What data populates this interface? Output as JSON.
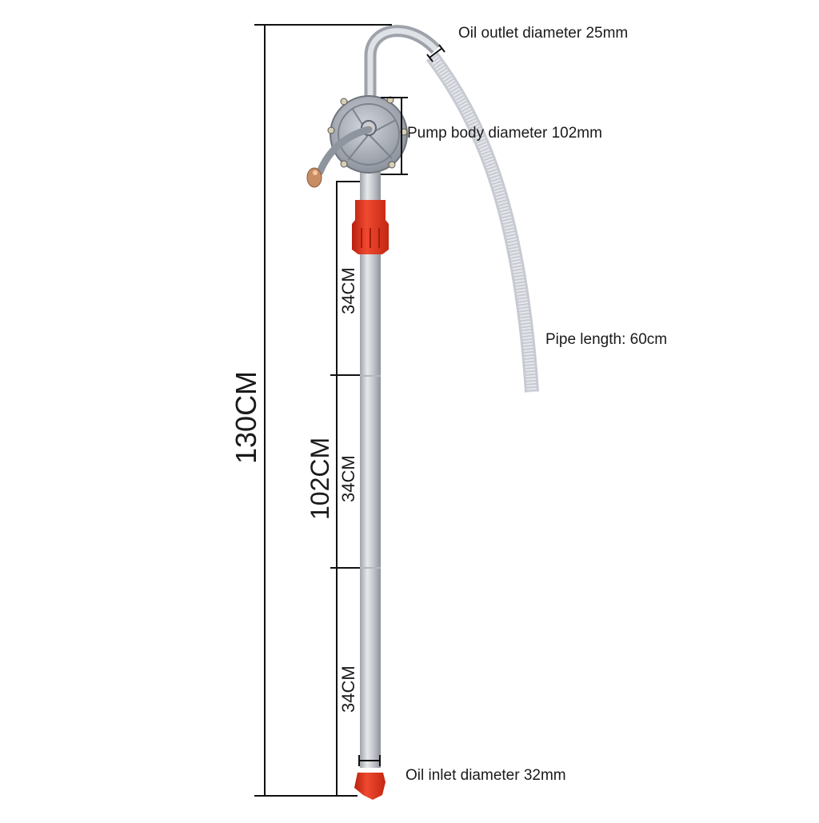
{
  "diagram": {
    "type": "product-dimension-diagram",
    "subject": "rotary hand oil pump",
    "annotations": {
      "outlet": "Oil outlet diameter 25mm",
      "pump_body": "Pump body diameter 102mm",
      "pipe_length": "Pipe length: 60cm",
      "inlet": "Oil inlet diameter 32mm"
    },
    "dimensions": {
      "total_height": "130CM",
      "tube_length": "102CM",
      "segments": [
        "34CM",
        "34CM",
        "34CM"
      ]
    },
    "colors": {
      "background": "#ffffff",
      "dimension_line": "#111111",
      "tube": "#c9ccd1",
      "tube_shade": "#9ea3aa",
      "hose": "#e3e5ea",
      "pump_body": "#a8adb6",
      "red_fitting": "#e0321e",
      "handle_knob": "#c98d63"
    }
  }
}
